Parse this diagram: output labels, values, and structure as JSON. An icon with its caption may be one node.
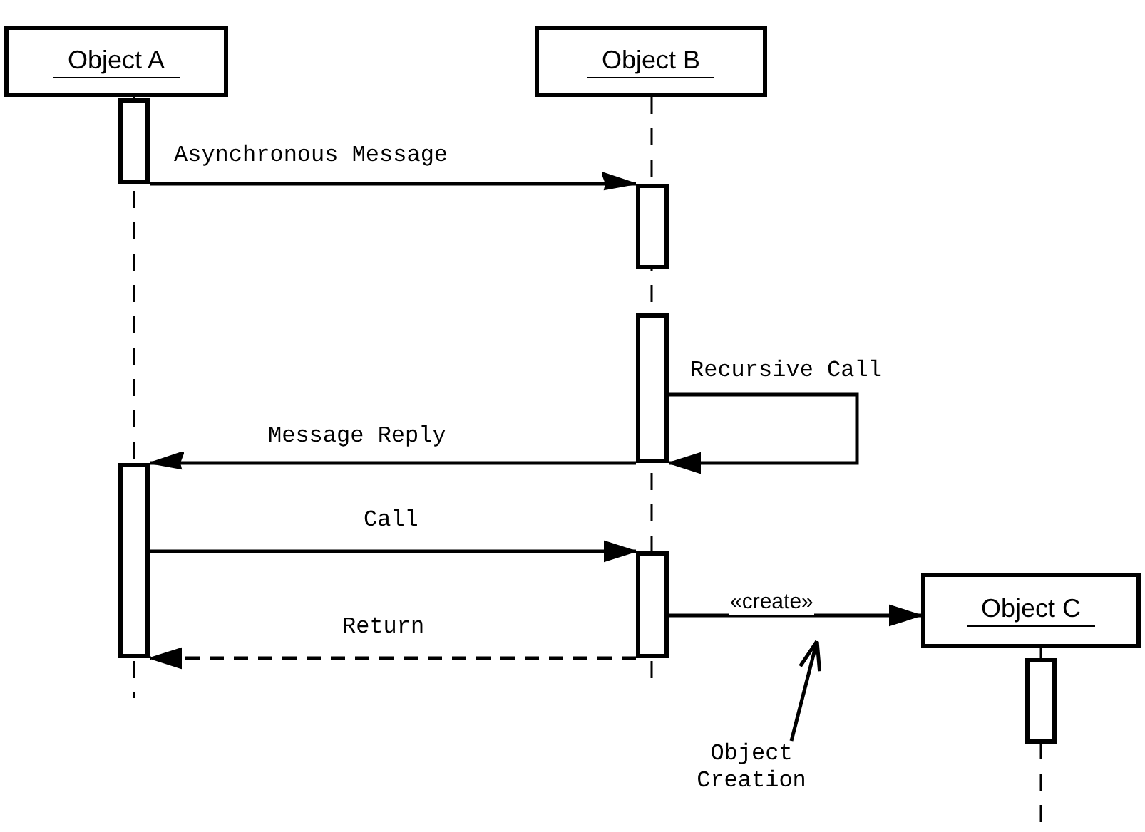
{
  "diagram": {
    "nodes": [
      {
        "text": [
          "Object A"
        ]
      },
      {
        "text": [
          "Object B"
        ]
      },
      {
        "text": [
          "Object C"
        ]
      },
      {
        "text": [],
        "shape": "bar"
      },
      {
        "text": [],
        "shape": "bar"
      },
      {
        "text": [],
        "shape": "bar"
      },
      {
        "text": [],
        "shape": "bar"
      },
      {
        "text": [],
        "shape": "bar"
      },
      {
        "text": [],
        "shape": "bar"
      },
      {
        "text": [
          "Object Creation"
        ]
      }
    ],
    "edges": [
      {
        "from": 3,
        "to": 4,
        "arrow": "to",
        "label": "Asynchronous Message"
      },
      {
        "from": 5,
        "to": 5,
        "arrow": "to",
        "label": "Recursive Call"
      },
      {
        "from": 5,
        "to": 6,
        "arrow": "to",
        "label": "Message Reply"
      },
      {
        "from": 6,
        "to": 7,
        "arrow": "to",
        "label": "Call"
      },
      {
        "from": 7,
        "to": 6,
        "arrow": "to",
        "label": "Return",
        "style": "dashed"
      },
      {
        "from": 7,
        "to": 2,
        "arrow": "to",
        "label": "«create»"
      },
      {
        "from": 9,
        "to": null,
        "arrow": "to"
      }
    ]
  }
}
